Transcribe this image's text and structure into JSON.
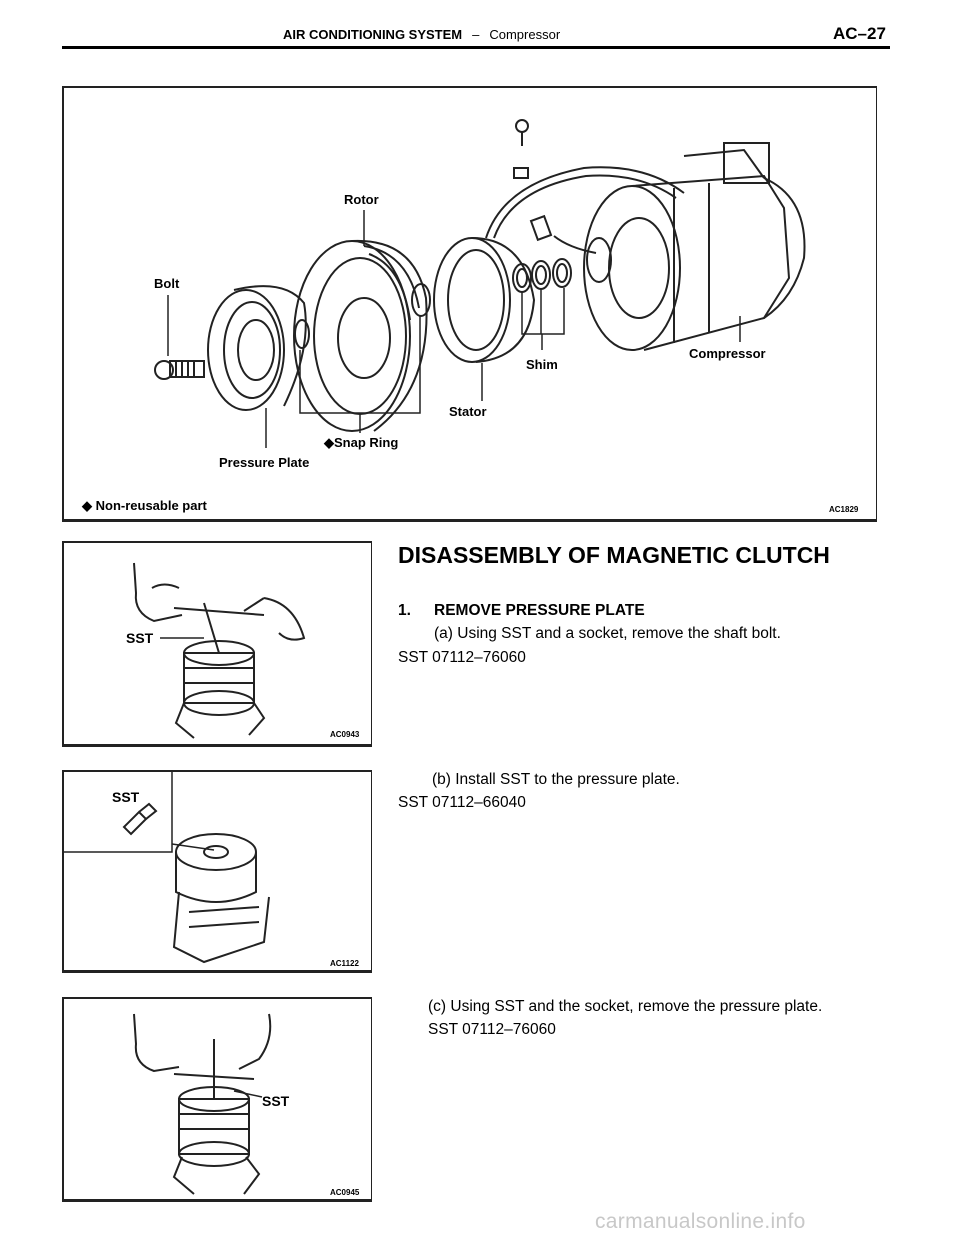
{
  "header": {
    "system": "AIR CONDITIONING SYSTEM",
    "separator": "–",
    "section": "Compressor",
    "page": "AC–27"
  },
  "figures": {
    "exploded": {
      "labels": {
        "bolt": "Bolt",
        "rotor": "Rotor",
        "pressure_plate": "Pressure Plate",
        "snap_ring": "◆Snap Ring",
        "stator": "Stator",
        "shim": "Shim",
        "compressor": "Compressor",
        "non_reusable": "◆ Non-reusable part"
      },
      "code": "AC1829"
    },
    "fig_a": {
      "sst": "SST",
      "code": "AC0943"
    },
    "fig_b": {
      "sst": "SST",
      "code": "AC1122"
    },
    "fig_c": {
      "sst": "SST",
      "code": "AC0945"
    }
  },
  "content": {
    "title": "DISASSEMBLY OF MAGNETIC CLUTCH",
    "step1": {
      "number": "1.",
      "text": "REMOVE PRESSURE PLATE"
    },
    "step_a": {
      "text": "(a)   Using SST and a socket, remove the shaft bolt.",
      "sst": "SST 07112–76060"
    },
    "step_b": {
      "text": "(b)   Install SST to the pressure plate.",
      "sst": "SST 07112–66040"
    },
    "step_c": {
      "text": "(c)   Using SST and the socket, remove the pressure plate.",
      "sst": "SST 07112–76060"
    }
  },
  "watermark": "carmanualsonline.info"
}
